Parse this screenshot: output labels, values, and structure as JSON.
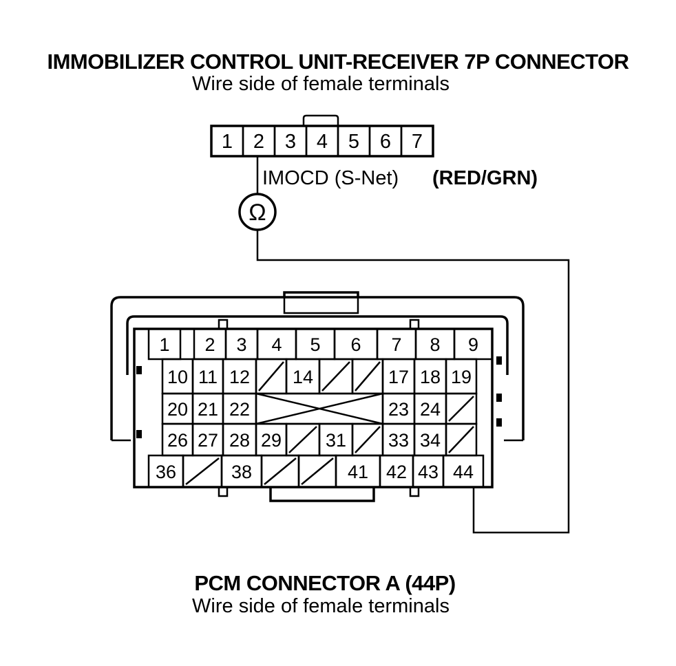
{
  "top_connector": {
    "title": "IMMOBILIZER CONTROL UNIT-RECEIVER 7P CONNECTOR",
    "subtitle": "Wire side of female terminals",
    "pins": [
      "1",
      "2",
      "3",
      "4",
      "5",
      "6",
      "7"
    ]
  },
  "signal": {
    "name": "IMOCD (S-Net)",
    "wire_color": "(RED/GRN)"
  },
  "meter": {
    "symbol": "Ω",
    "icon": "ohmmeter-icon"
  },
  "bottom_connector": {
    "title": "PCM CONNECTOR A (44P)",
    "subtitle": "Wire side of female terminals",
    "rows": [
      [
        "1",
        "2",
        "3",
        "4",
        "5",
        "6",
        "7",
        "8",
        "9"
      ],
      [
        "10",
        "11",
        "12",
        "",
        "14",
        "",
        "",
        "17",
        "18",
        "19"
      ],
      [
        "20",
        "21",
        "22",
        "23",
        "24",
        ""
      ],
      [
        "26",
        "27",
        "28",
        "29",
        "",
        "31",
        "",
        "33",
        "34",
        ""
      ],
      [
        "36",
        "",
        "38",
        "",
        "",
        "41",
        "42",
        "43",
        "44"
      ]
    ]
  }
}
